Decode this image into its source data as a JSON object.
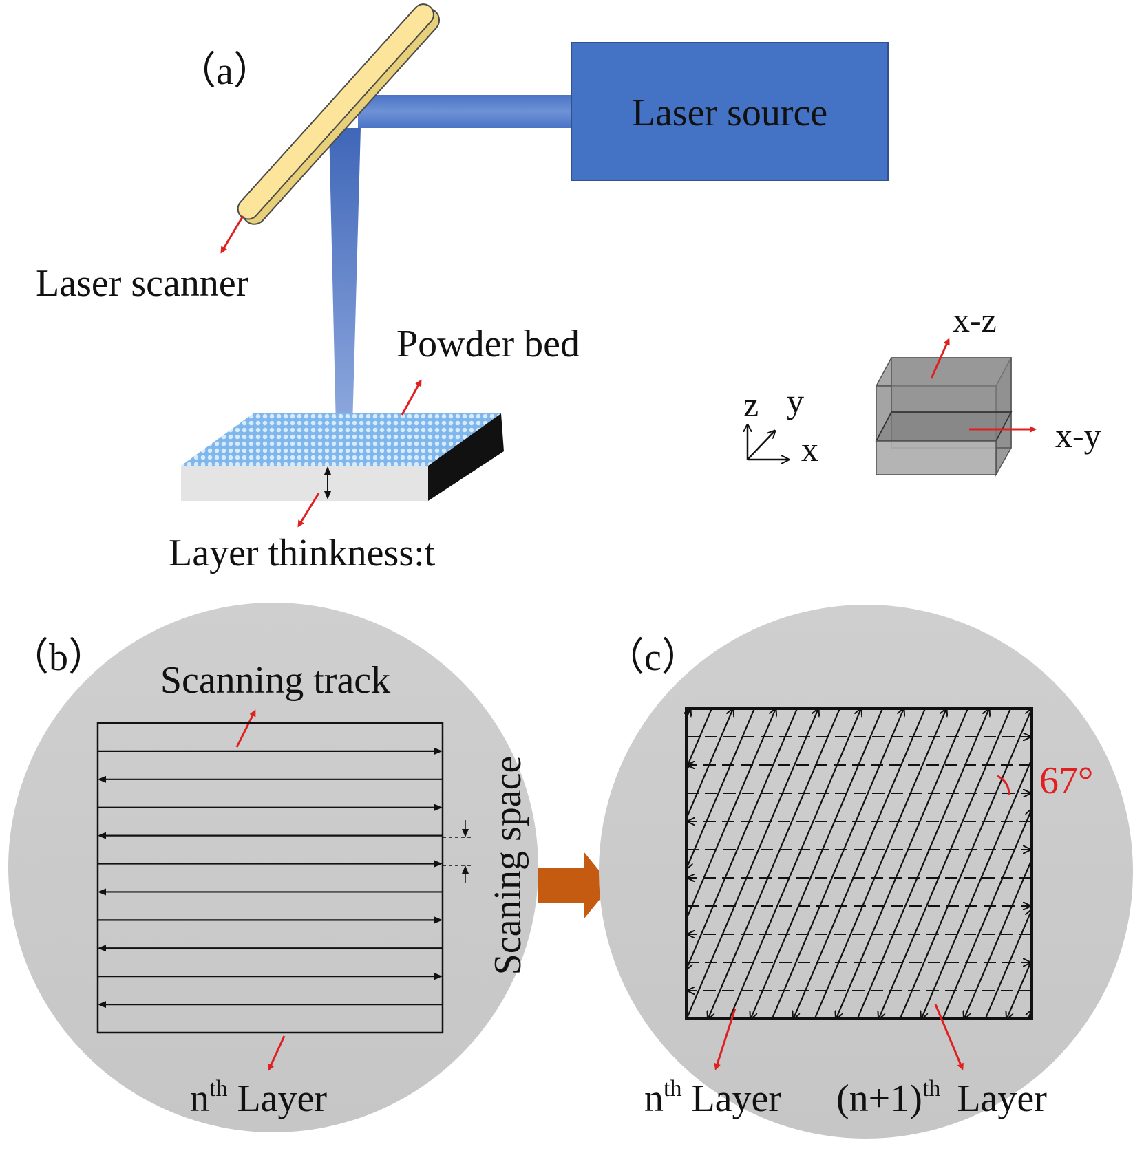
{
  "panel_a": {
    "tag": "（a）",
    "laser_source": "Laser source",
    "laser_scanner": "Laser scanner",
    "powder_bed": "Powder bed",
    "layer_thickness": "Layer thinkness:t",
    "axes": {
      "z": "z",
      "y": "y",
      "x": "x"
    },
    "planes": {
      "xz": "x-z",
      "xy": "x-y"
    }
  },
  "panel_b": {
    "tag": "（b）",
    "scanning_track": "Scanning track",
    "scanning_space": "Scaning space",
    "layer_n": "n",
    "layer_n_sup": "th",
    "layer_word": "Layer"
  },
  "panel_c": {
    "tag": "（c）",
    "angle": "67°",
    "layer_n": "n",
    "layer_n_sup": "th",
    "layer_word": "Layer",
    "layer_n1": "(n+1)",
    "layer_n1_sup": "th",
    "layer_n1_word": "Layer"
  },
  "colors": {
    "laser_blue": "#4472C4",
    "mirror_yellow": "#FCE49A",
    "pointer_red": "#E02020",
    "circle_gray": "#CCCCCC",
    "arrow_orange": "#C55A11",
    "angle_red": "#E02020"
  },
  "icons": {
    "transition_arrow": "thick-right-arrow-icon",
    "pointer_arrow": "red-pointer-arrow-icon"
  }
}
